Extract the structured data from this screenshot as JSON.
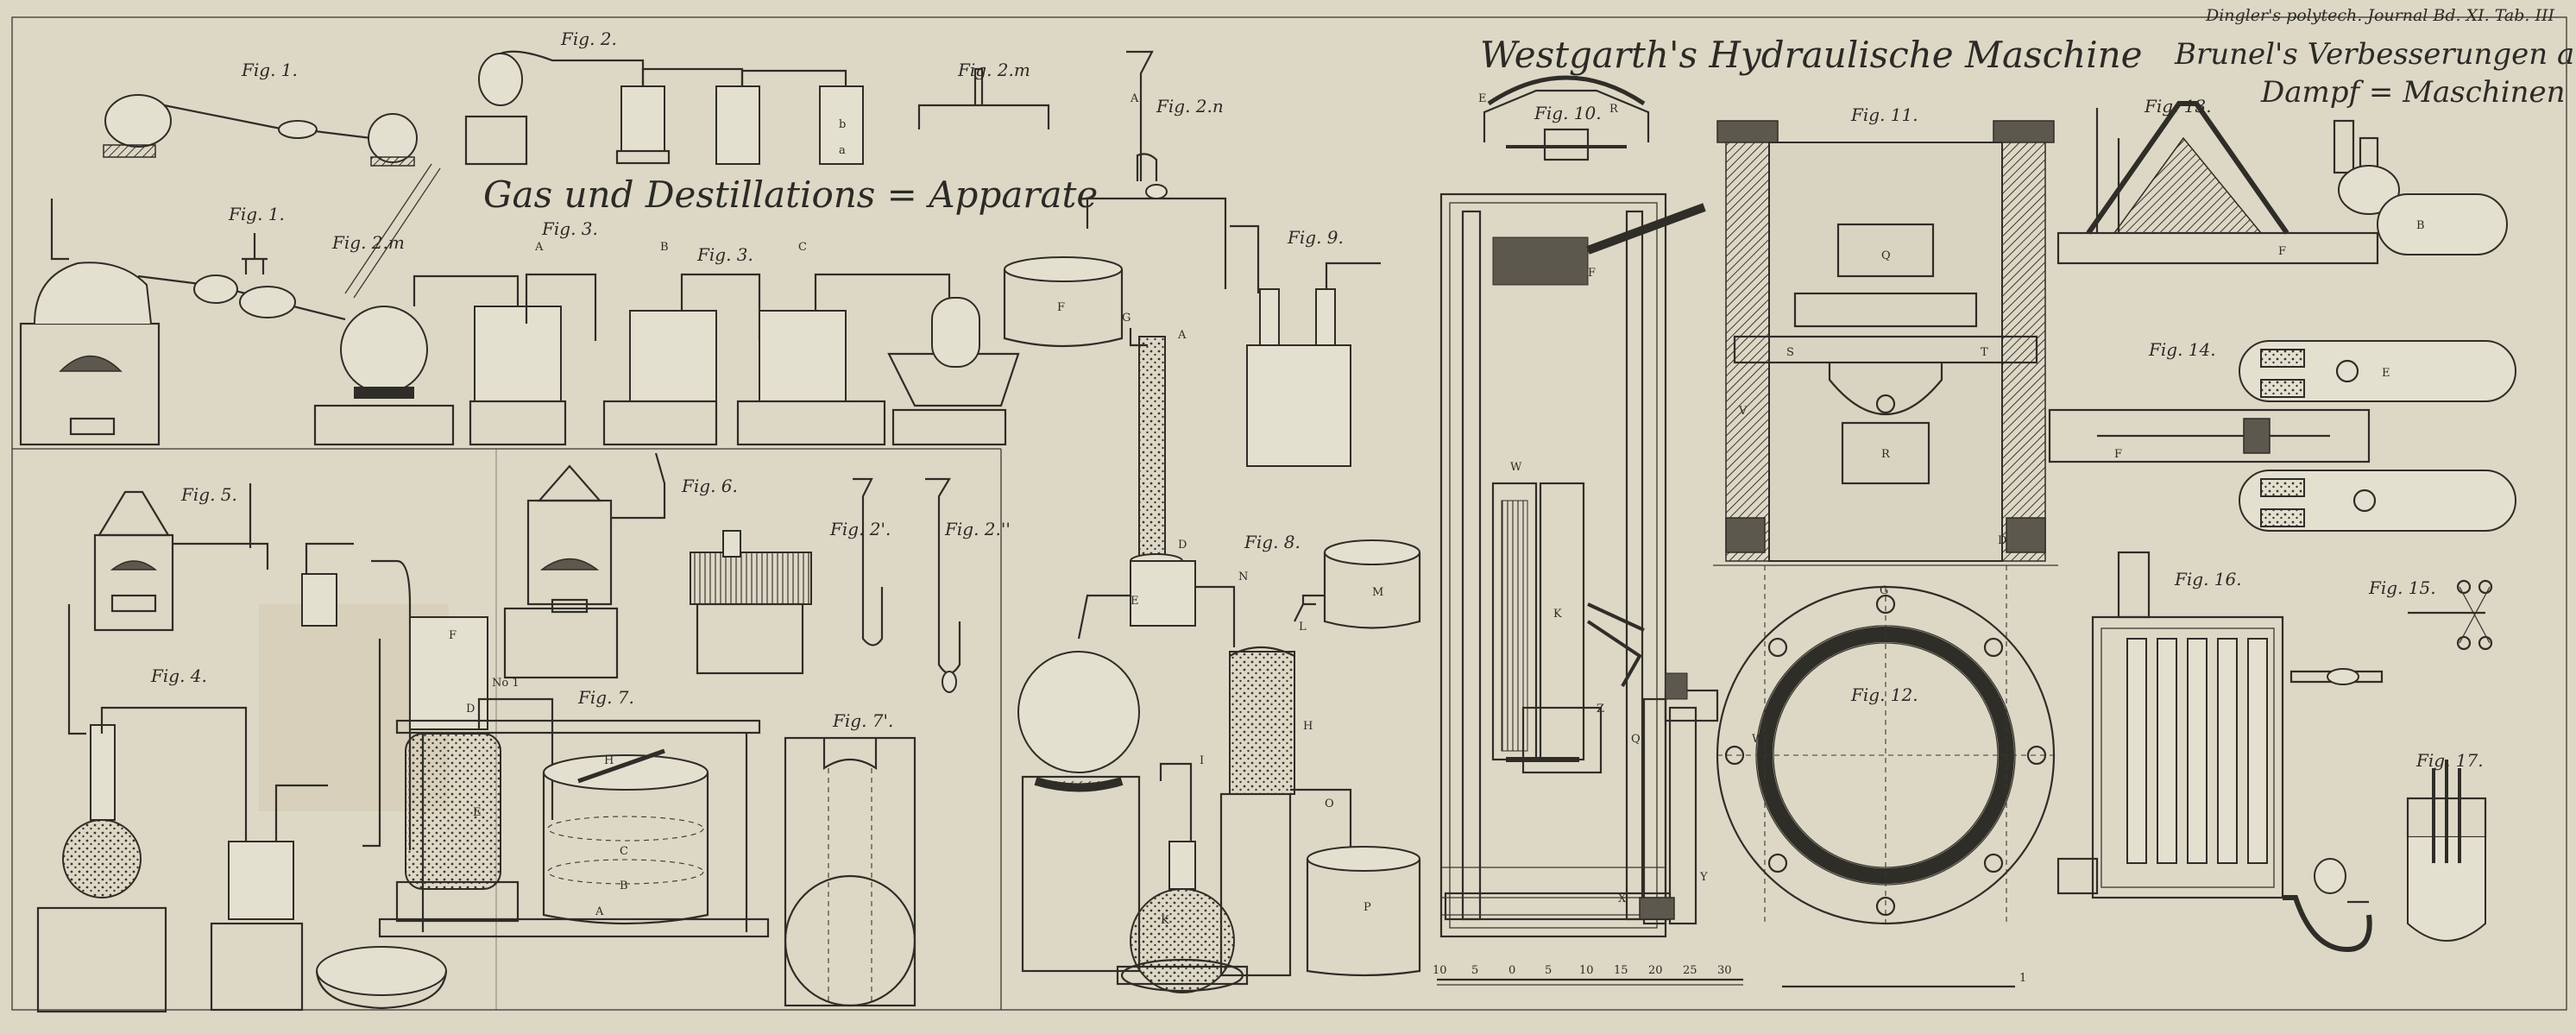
{
  "plate": {
    "header": "Dingler's polytech. Journal Bd. XI. Tab. III",
    "paper_color": "#ddd8c6",
    "ink_color": "#2f2d27"
  },
  "titles": {
    "gas": "Gas und Destillations = Apparate",
    "westgarth": "Westgarth's Hydraulische Maschine",
    "brunel_line1": "Brunel's Verbesserungen an",
    "brunel_line2": "Dampf = Maschinen"
  },
  "figures": {
    "fig1_top": "Fig. 1.",
    "fig2_top": "Fig. 2.",
    "fig2m_small": "Fig. 2.m",
    "fig2n": "Fig. 2.n",
    "fig1": "Fig. 1.",
    "fig2m": "Fig. 2.m",
    "fig3a": "Fig. 3.",
    "fig3": "Fig. 3.",
    "fig9": "Fig. 9.",
    "fig5": "Fig. 5.",
    "fig6": "Fig. 6.",
    "fig2p": "Fig. 2'.",
    "fig2pp": "Fig. 2.''",
    "fig8": "Fig. 8.",
    "fig4": "Fig. 4.",
    "fig7": "Fig. 7.",
    "fig7p": "Fig. 7'.",
    "fig10": "Fig. 10.",
    "fig11": "Fig. 11.",
    "fig12": "Fig. 12.",
    "fig13": "Fig. 13.",
    "fig14": "Fig. 14.",
    "fig15": "Fig. 15.",
    "fig16": "Fig. 16.",
    "fig17": "Fig. 17."
  },
  "letters": {
    "F": "F",
    "G": "G",
    "A": "A",
    "B": "B",
    "C": "C",
    "D": "D",
    "E": "E",
    "H": "H",
    "I": "I",
    "K": "K",
    "L": "L",
    "M": "M",
    "N": "N",
    "O": "O",
    "P": "P",
    "Q": "Q",
    "R": "R",
    "S": "S",
    "T": "T",
    "V": "V",
    "W": "W",
    "X": "X",
    "Y": "Y",
    "Z": "Z",
    "a": "a",
    "b": "b",
    "no1": "No 1"
  },
  "scale": {
    "ticks": [
      "10",
      "5",
      "0",
      "5",
      "10",
      "15",
      "20",
      "25",
      "30"
    ],
    "end_mark": "1"
  }
}
